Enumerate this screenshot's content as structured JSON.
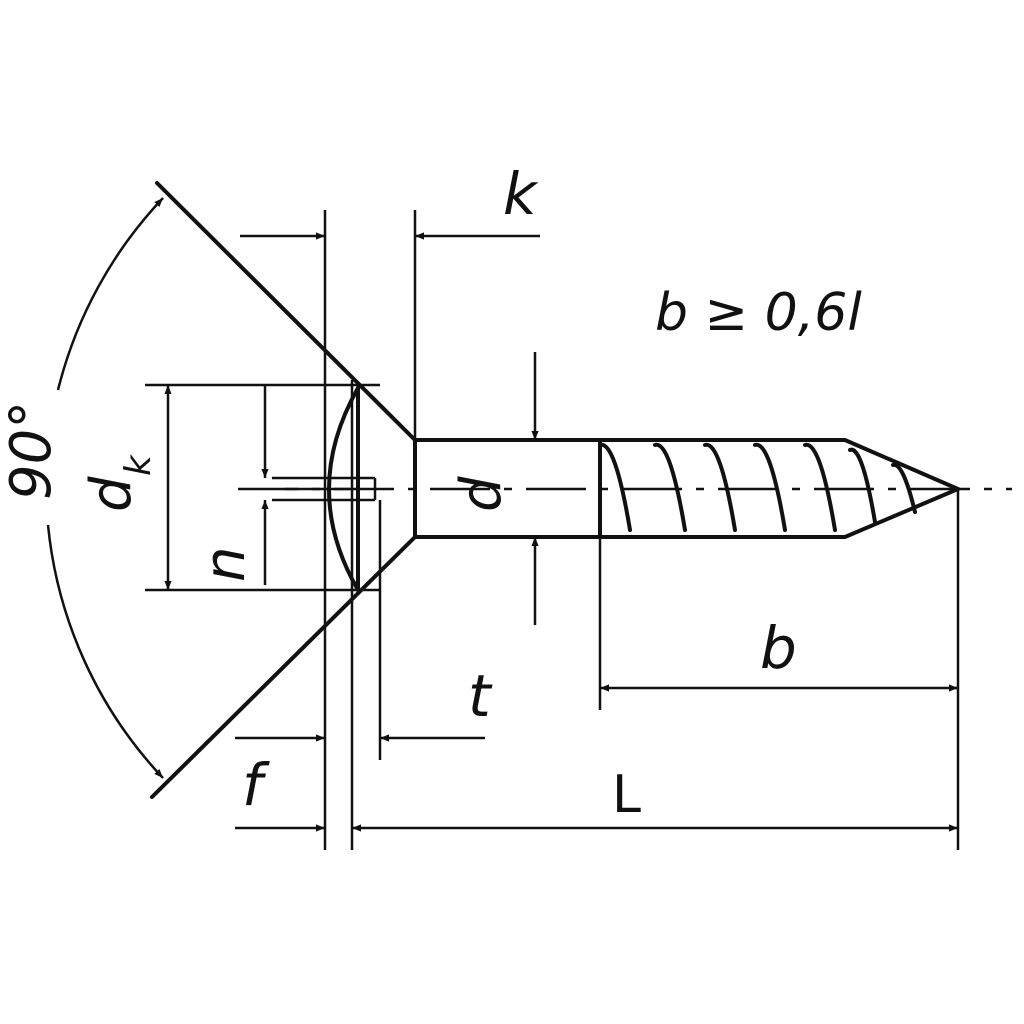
{
  "diagram": {
    "subject": "countersunk slotted wood screw dimension drawing",
    "labels": {
      "k": "k",
      "angle": "90°",
      "dk_main": "d",
      "dk_sub": "k",
      "n": "n",
      "d": "d",
      "t": "t",
      "f": "f",
      "b": "b",
      "L": "L",
      "formula": "b ≥ 0,6l"
    }
  }
}
